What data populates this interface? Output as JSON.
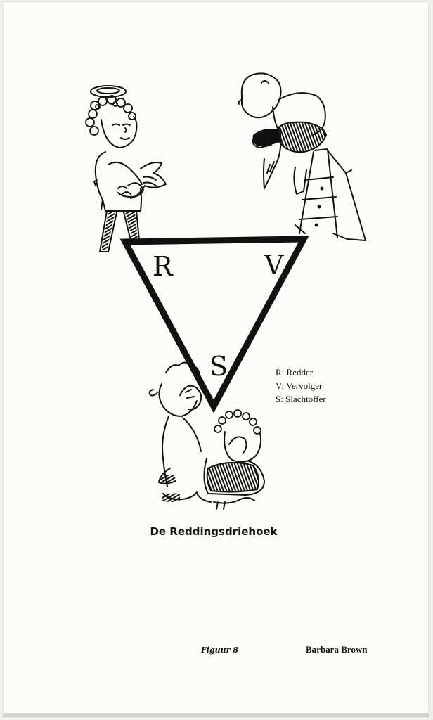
{
  "diagram": {
    "corners": {
      "rescuer": "R",
      "persecutor": "V",
      "victim": "S"
    },
    "legend": [
      "R: Redder",
      "V: Vervolger",
      "S: Slachtoffer"
    ],
    "title": "De Reddingsdriehoek"
  },
  "footer": {
    "figure_label": "Figuur 8",
    "credit": "Barbara Brown"
  },
  "colors": {
    "ink": "#111111",
    "paper": "#fcfcfa"
  }
}
